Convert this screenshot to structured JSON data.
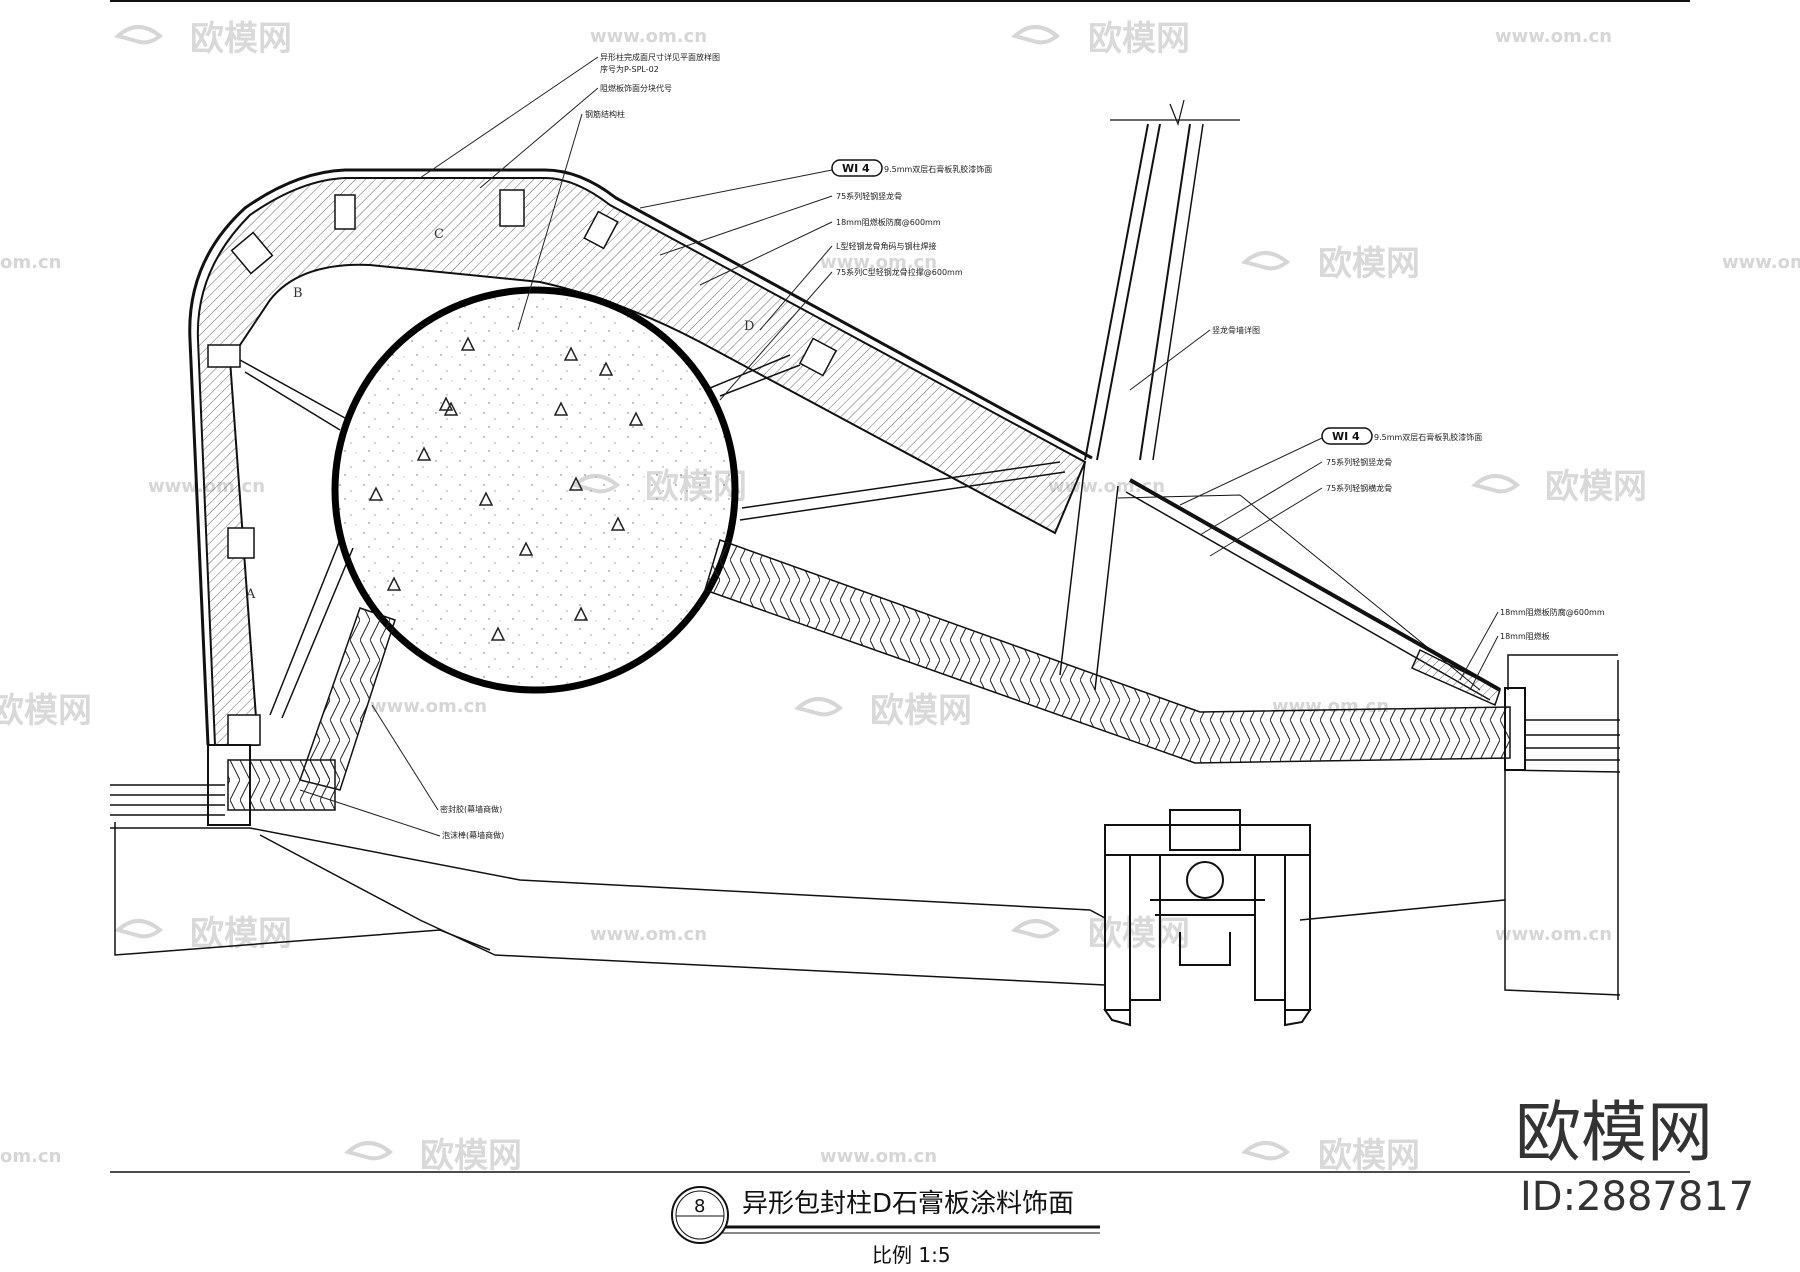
{
  "watermark": {
    "brand": "欧模网",
    "url": "www.om.cn",
    "url_short": "om.cn"
  },
  "callouts": {
    "c1": "异形柱完成面尺寸详见平面放样图",
    "c1b": "序号为P-SPL-02",
    "c2": "阻燃板饰面分块代号",
    "c3": "钢筋结构柱",
    "tag1": "WI 4",
    "c4": "9.5mm双层石膏板乳胶漆饰面",
    "c5": "75系列轻钢竖龙骨",
    "c6": "18mm阻燃板防腐@600mm",
    "c7": "L型轻钢龙骨角码与钢柱焊接",
    "c8": "75系列C型轻钢龙骨拉撑@600mm",
    "c9": "竖龙骨墙详图",
    "tag2": "WI 4",
    "c10": "9.5mm双层石膏板乳胶漆饰面",
    "c11": "75系列轻钢竖龙骨",
    "c12": "75系列轻钢横龙骨",
    "c13": "18mm阻燃板防腐@600mm",
    "c14": "18mm阻燃板",
    "c15": "密封胶(幕墙商做)",
    "c16": "泡沫棒(幕墙商做)"
  },
  "zones": [
    "C",
    "B",
    "D",
    "A"
  ],
  "title_block": {
    "number": "8",
    "title": "异形包封柱D石膏板涂料饰面",
    "scale": "比例 1:5"
  },
  "brand_block": {
    "name": "欧模网",
    "id": "ID:2887817"
  }
}
